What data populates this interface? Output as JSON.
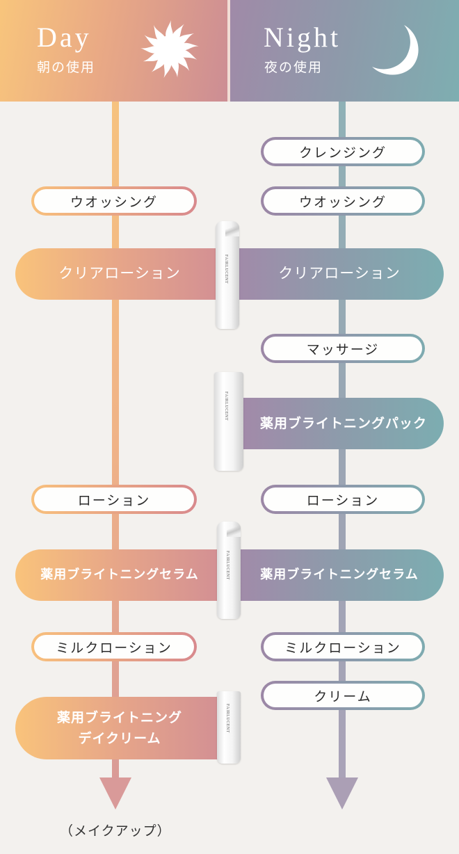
{
  "header": {
    "day": {
      "title": "Day",
      "subtitle": "朝の使用",
      "icon": "sun-icon"
    },
    "night": {
      "title": "Night",
      "subtitle": "夜の使用",
      "icon": "crescent-moon-icon"
    }
  },
  "colors": {
    "day_gradient": [
      "#f9c37b",
      "#d28f94"
    ],
    "night_gradient": [
      "#a28aa9",
      "#7cadb1"
    ],
    "background": "#f3f1ee"
  },
  "day_steps": [
    {
      "label": "ウオッシング",
      "type": "basic"
    },
    {
      "label": "クリアローション",
      "type": "product"
    },
    {
      "label": "ローション",
      "type": "basic"
    },
    {
      "label": "薬用ブライトニングセラム",
      "type": "product"
    },
    {
      "label": "ミルクローション",
      "type": "basic"
    },
    {
      "label": "薬用ブライトニング\nデイクリーム",
      "line1": "薬用ブライトニング",
      "line2": "デイクリーム",
      "type": "product"
    }
  ],
  "night_steps": [
    {
      "label": "クレンジング",
      "type": "basic"
    },
    {
      "label": "ウオッシング",
      "type": "basic"
    },
    {
      "label": "クリアローション",
      "type": "product"
    },
    {
      "label": "マッサージ",
      "type": "basic"
    },
    {
      "label": "薬用ブライトニングパック",
      "type": "product"
    },
    {
      "label": "ローション",
      "type": "basic"
    },
    {
      "label": "薬用ブライトニングセラム",
      "type": "product"
    },
    {
      "label": "ミルクローション",
      "type": "basic"
    },
    {
      "label": "クリーム",
      "type": "basic"
    }
  ],
  "products": {
    "brand": "FAIRLUCENT",
    "clear_lotion": "FAIRLUCENT",
    "brightening_pack": "FAIRLUCENT",
    "brightening_serum": "FAIRLUCENT",
    "day_cream": "FAIRLUCENT"
  },
  "footer": {
    "day_end_note": "（メイクアップ）"
  }
}
